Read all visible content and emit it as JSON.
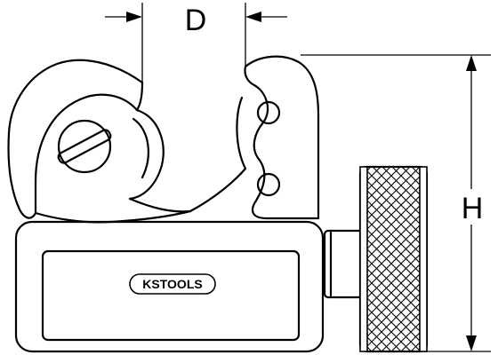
{
  "dimensions": {
    "width_label": "D",
    "height_label": "H"
  },
  "logo": {
    "brand_left": "KS",
    "brand_right": "TOOLS",
    "text": "KSTOOLS"
  },
  "colors": {
    "ink": "#000000",
    "background": "#ffffff"
  },
  "icons": {
    "dimension_arrow": "arrowhead",
    "knob_pattern": "diamond-knurl"
  }
}
